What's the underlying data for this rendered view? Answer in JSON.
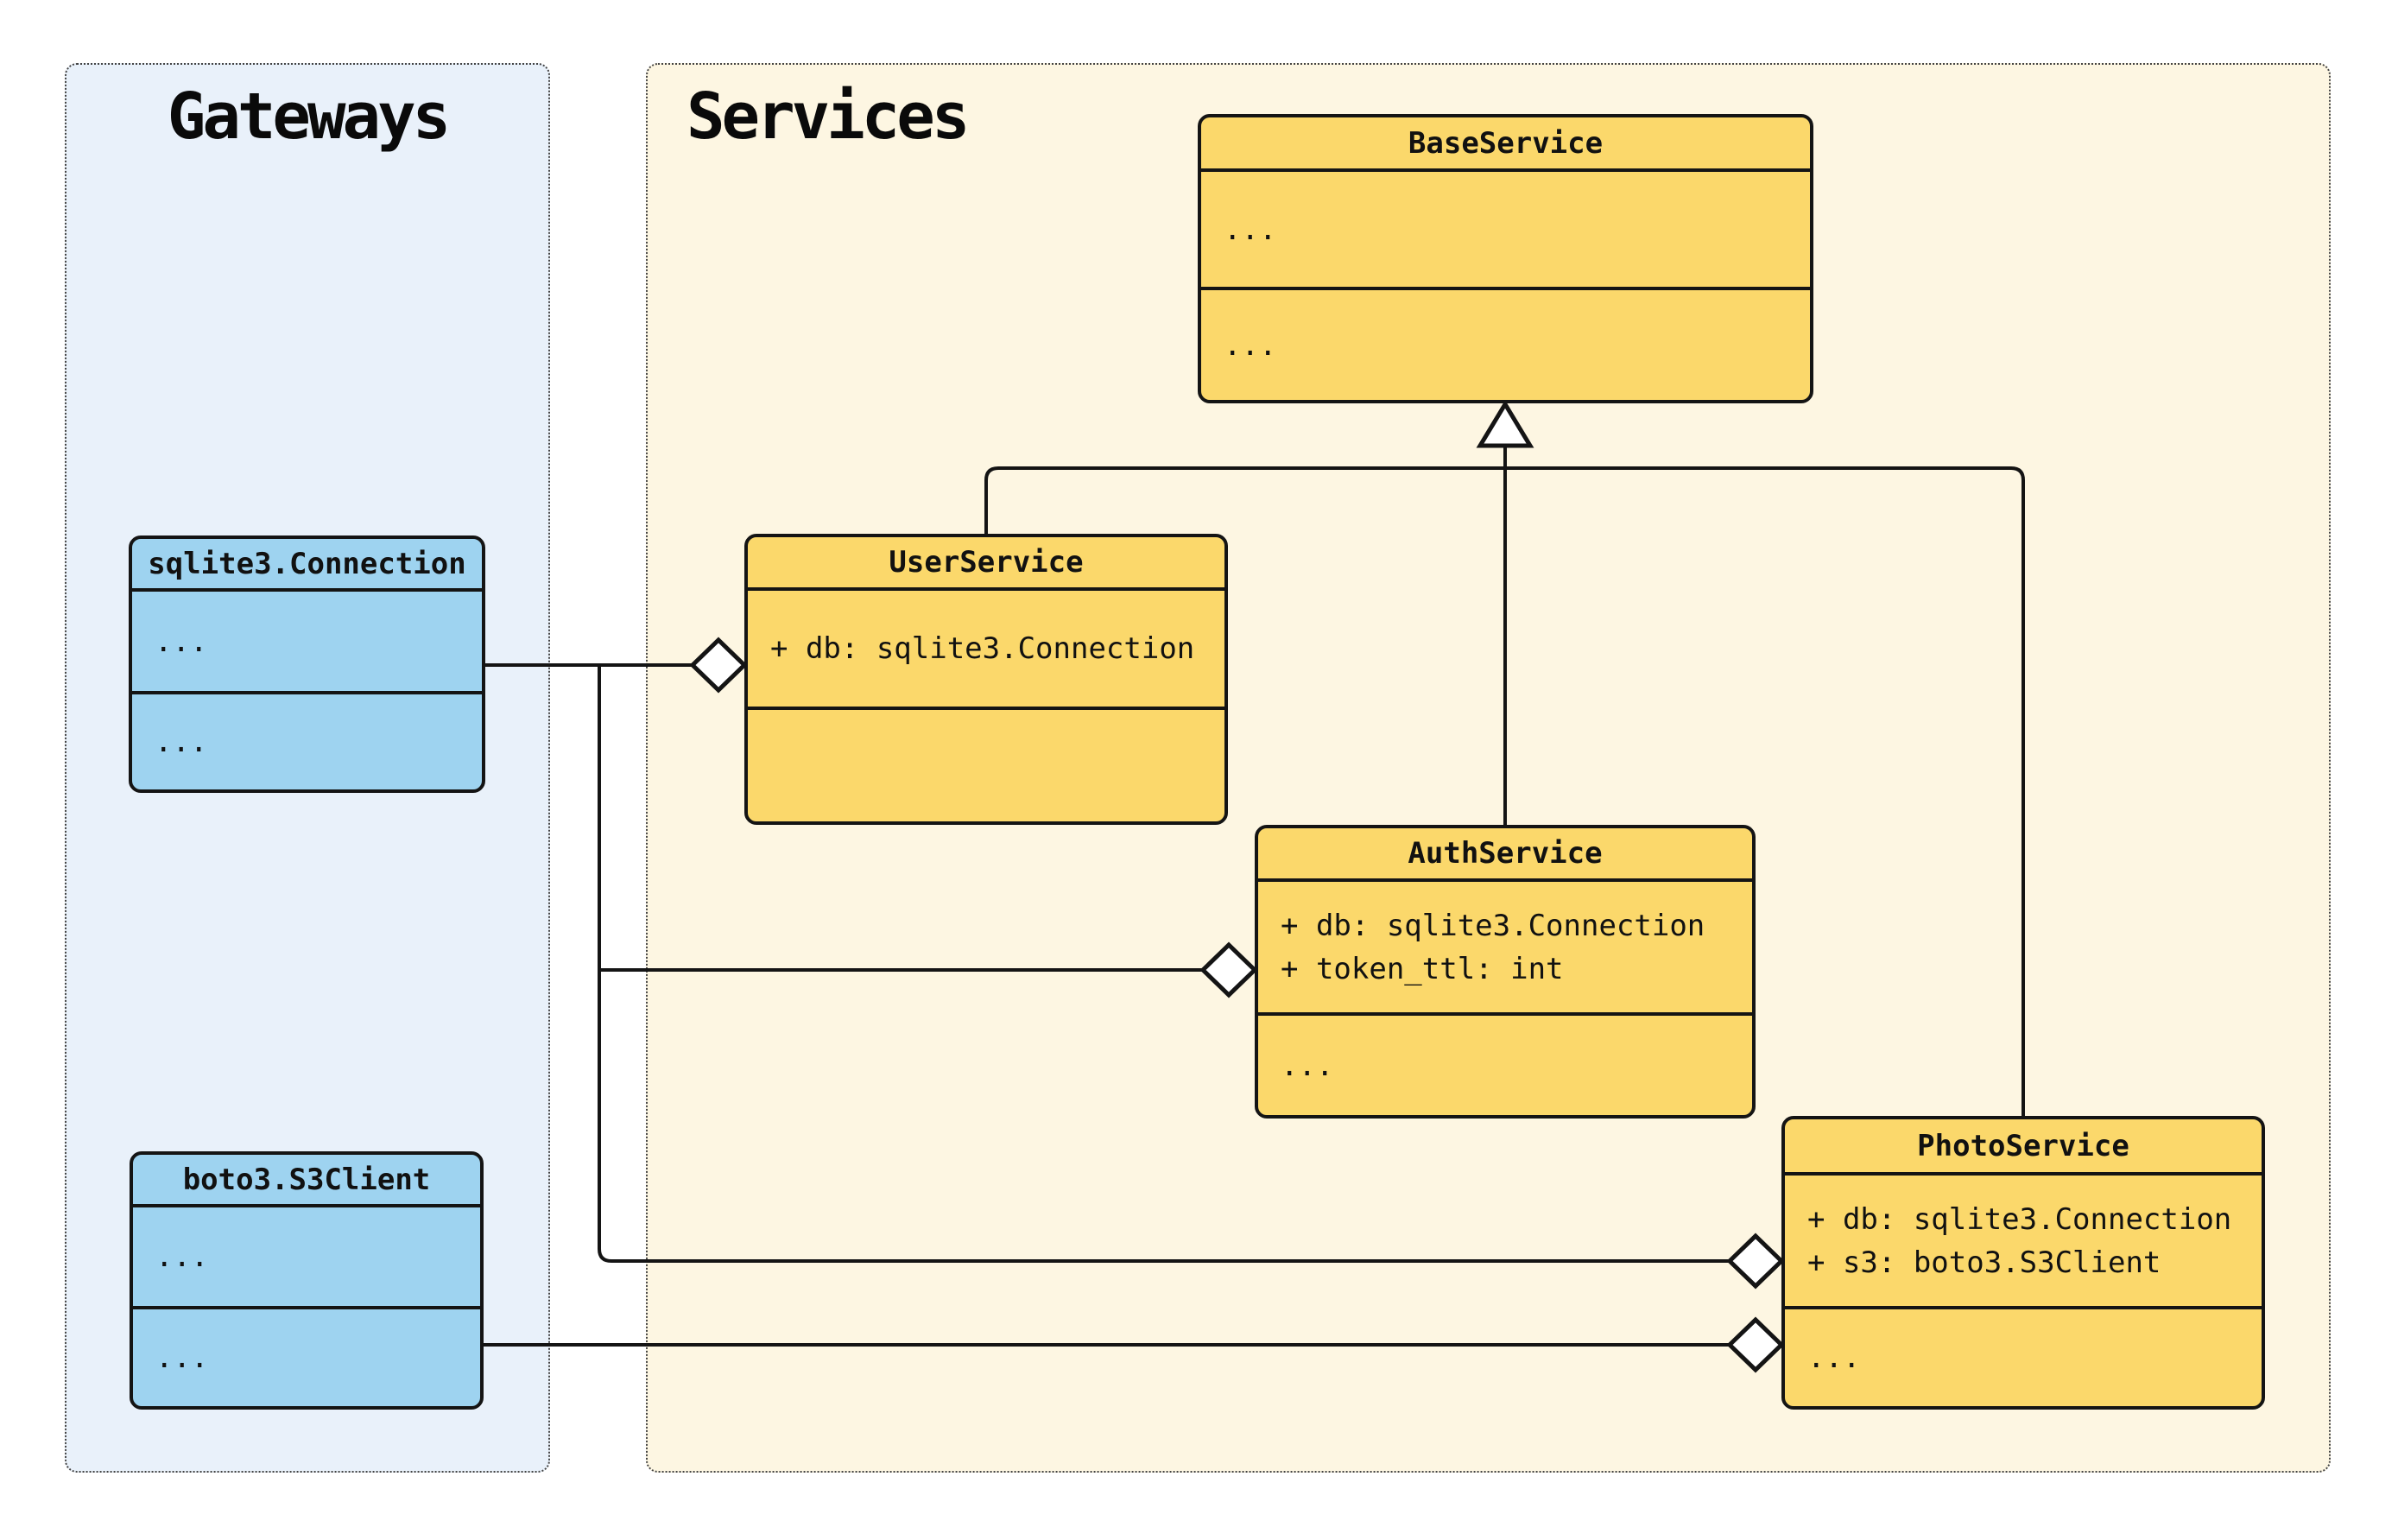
{
  "diagram": {
    "type": "uml-class-diagram",
    "groups": [
      {
        "id": "gateways",
        "title": "Gateways"
      },
      {
        "id": "services",
        "title": "Services"
      }
    ],
    "classes": [
      {
        "id": "sqlite3-connection",
        "group": "gateways",
        "name": "sqlite3.Connection",
        "attrs": [
          "..."
        ],
        "methods": [
          "..."
        ]
      },
      {
        "id": "boto3-s3client",
        "group": "gateways",
        "name": "boto3.S3Client",
        "attrs": [
          "..."
        ],
        "methods": [
          "..."
        ]
      },
      {
        "id": "base-service",
        "group": "services",
        "name": "BaseService",
        "attrs": [
          "..."
        ],
        "methods": [
          "..."
        ]
      },
      {
        "id": "user-service",
        "group": "services",
        "name": "UserService",
        "attrs": [
          "+ db: sqlite3.Connection"
        ],
        "methods": []
      },
      {
        "id": "auth-service",
        "group": "services",
        "name": "AuthService",
        "attrs": [
          "+ db: sqlite3.Connection",
          "+ token_ttl: int"
        ],
        "methods": [
          "..."
        ]
      },
      {
        "id": "photo-service",
        "group": "services",
        "name": "PhotoService",
        "attrs": [
          "+ db: sqlite3.Connection",
          "+ s3: boto3.S3Client"
        ],
        "methods": [
          "..."
        ]
      }
    ],
    "relations": [
      {
        "type": "inheritance",
        "from": "UserService",
        "to": "BaseService"
      },
      {
        "type": "inheritance",
        "from": "AuthService",
        "to": "BaseService"
      },
      {
        "type": "inheritance",
        "from": "PhotoService",
        "to": "BaseService"
      },
      {
        "type": "composition",
        "from": "sqlite3.Connection",
        "to": "UserService"
      },
      {
        "type": "composition",
        "from": "sqlite3.Connection",
        "to": "AuthService"
      },
      {
        "type": "composition",
        "from": "sqlite3.Connection",
        "to": "PhotoService"
      },
      {
        "type": "composition",
        "from": "boto3.S3Client",
        "to": "PhotoService"
      }
    ]
  },
  "colors": {
    "class-yellow": "#fbd86b",
    "class-blue": "#9ed3f0",
    "gateways-bg": "#e9f1fa",
    "services-bg": "#fdf6e2",
    "line": "#141414"
  }
}
